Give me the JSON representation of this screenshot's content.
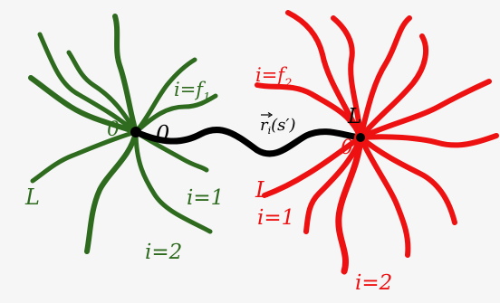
{
  "colors": {
    "background": "#f6f6f6",
    "left_star": "#2e6b1f",
    "right_star": "#ee1111",
    "bridge": "#000000"
  },
  "left_star": {
    "label_branch_f": "i=f",
    "label_branch_f_sub": "1",
    "label_branch_1": "i=1",
    "label_branch_2": "i=2",
    "label_end": "L",
    "label_origin": "0"
  },
  "bridge": {
    "label_start": "0",
    "label_end": "L",
    "label_vector": "r",
    "label_vector_sub": "i",
    "label_vector_arg": "(s′)"
  },
  "right_star": {
    "label_branch_f": "i=f",
    "label_branch_f_sub": "2",
    "label_branch_1": "i=1",
    "label_branch_2": "i=2",
    "label_end": "L",
    "label_origin": "0"
  }
}
